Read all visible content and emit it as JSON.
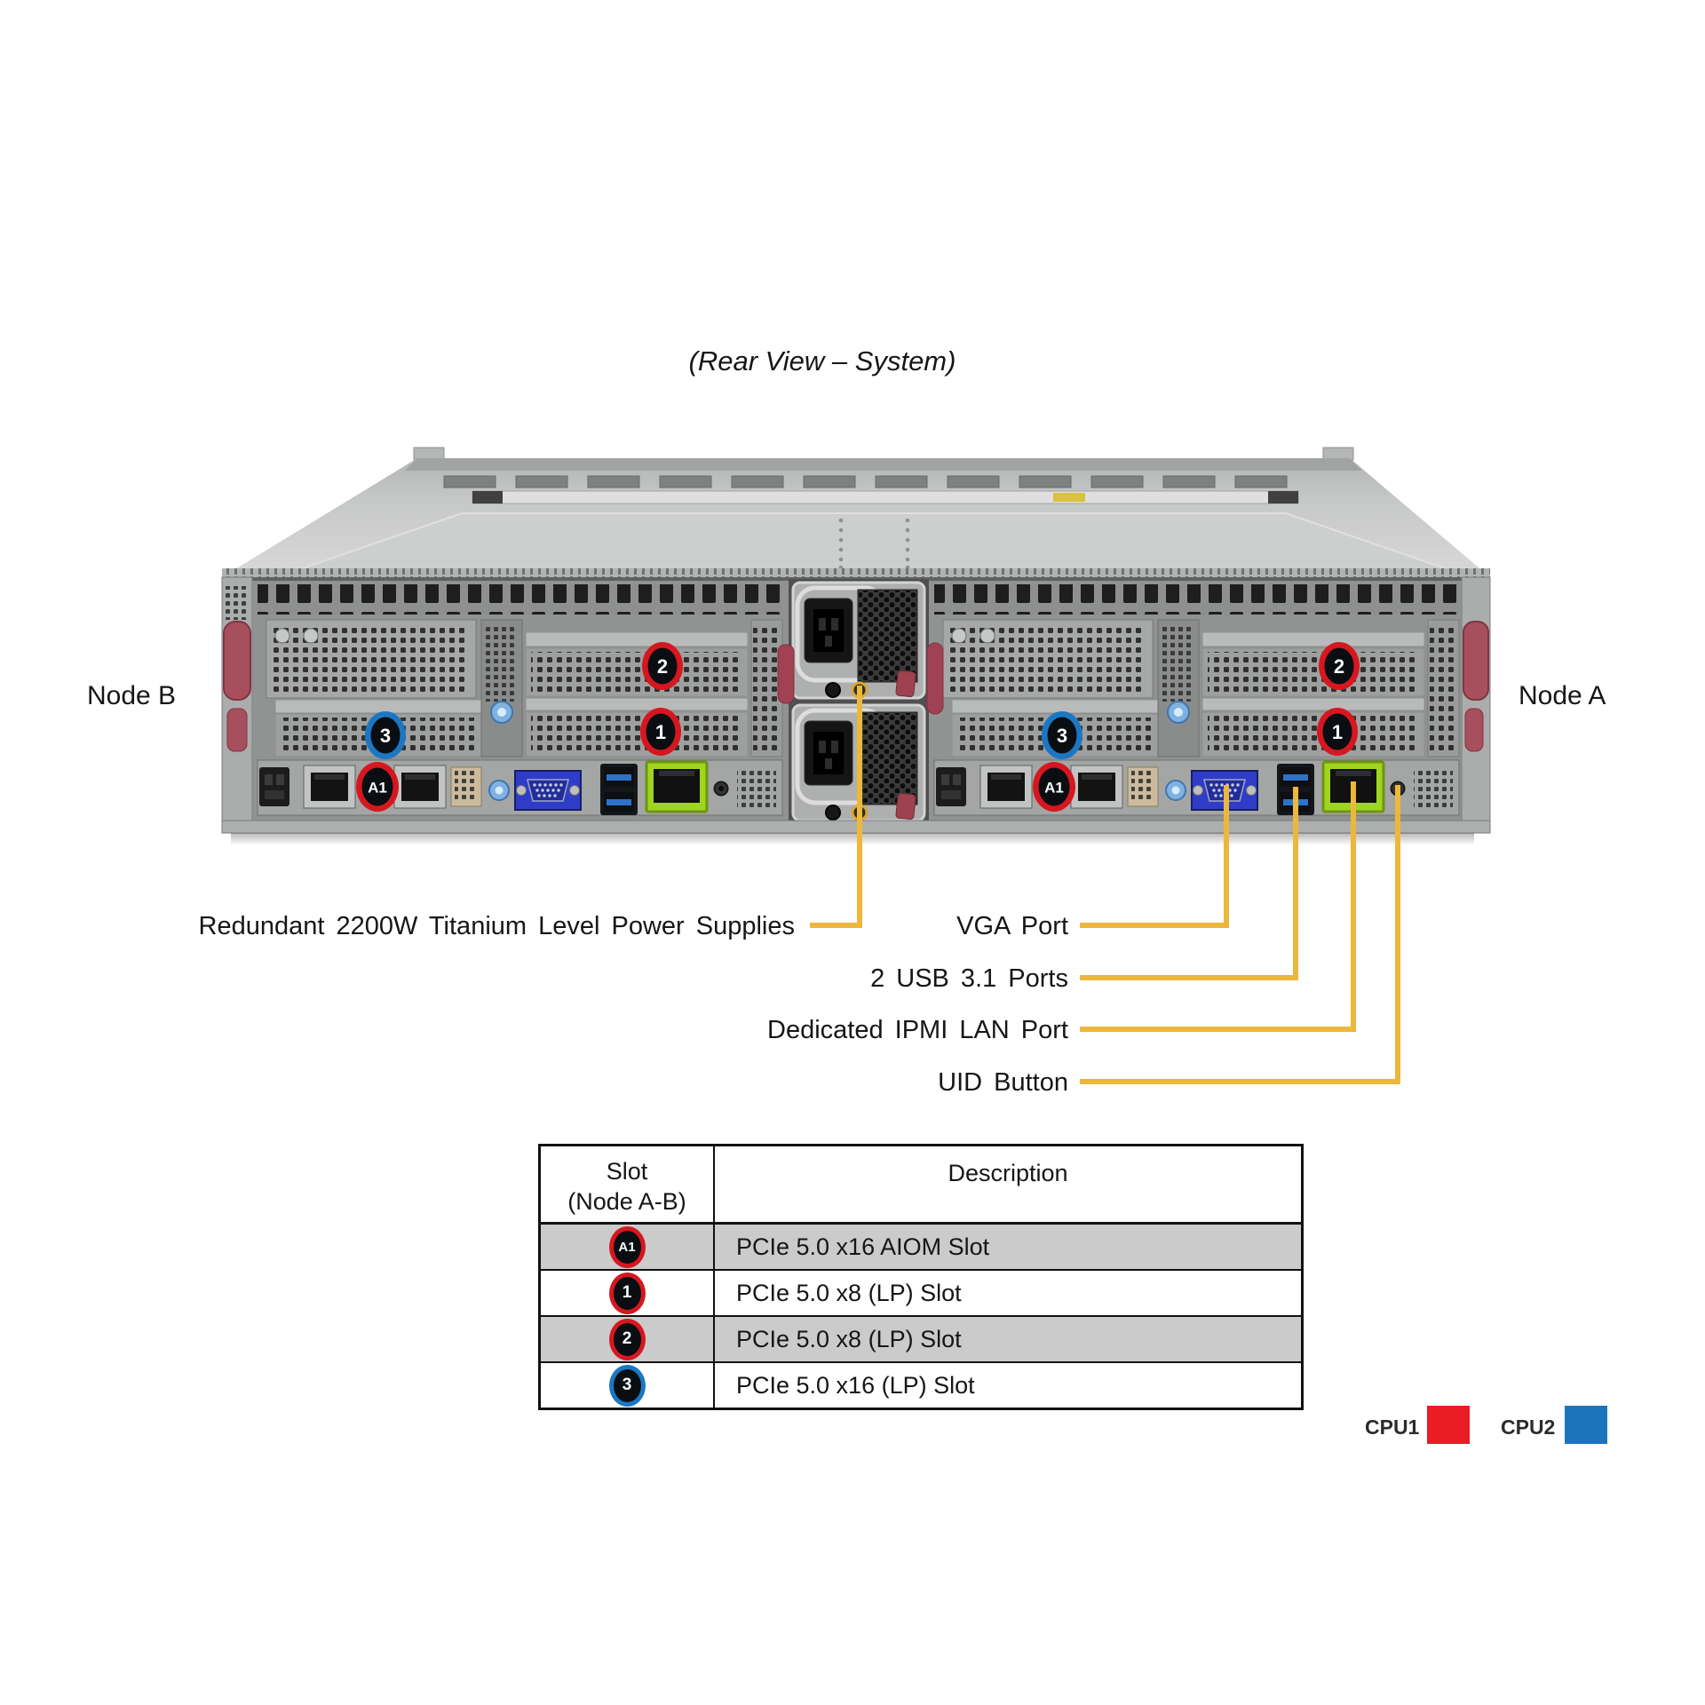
{
  "title": "(Rear View – System)",
  "node_labels": {
    "left": "Node B",
    "right": "Node A"
  },
  "callouts": {
    "psu": "Redundant 2200W Titanium Level Power Supplies",
    "vga": "VGA Port",
    "usb": "2 USB 3.1 Ports",
    "ipmi": "Dedicated IPMI LAN Port",
    "uid": "UID Button"
  },
  "slot_badges": {
    "a1": "A1",
    "s1": "1",
    "s2": "2",
    "s3": "3"
  },
  "table": {
    "header": {
      "slot_line1": "Slot",
      "slot_line2": "(Node A-B)",
      "description": "Description"
    },
    "rows": [
      {
        "slot": "A1",
        "badge_color": "red",
        "description": "PCIe 5.0 x16 AIOM Slot"
      },
      {
        "slot": "1",
        "badge_color": "red",
        "description": "PCIe 5.0 x8 (LP) Slot"
      },
      {
        "slot": "2",
        "badge_color": "red",
        "description": "PCIe 5.0 x8 (LP) Slot"
      },
      {
        "slot": "3",
        "badge_color": "blue",
        "description": "PCIe 5.0 x16 (LP) Slot"
      }
    ]
  },
  "legend": {
    "cpu1": {
      "label": "CPU1",
      "color": "#EC1C24"
    },
    "cpu2": {
      "label": "CPU2",
      "color": "#1B75BC"
    }
  },
  "colors": {
    "callout_line": "#EDB73B",
    "badge_red": "#D6171F",
    "badge_blue": "#1C77C3",
    "lan_green": "#9FD41F",
    "vga_blue": "#2F3CC7",
    "usb_blue": "#2D72C9",
    "table_shade": "#CBCBCB",
    "chassis_light": "#D4D5D4",
    "chassis_dark": "#8F9190"
  }
}
